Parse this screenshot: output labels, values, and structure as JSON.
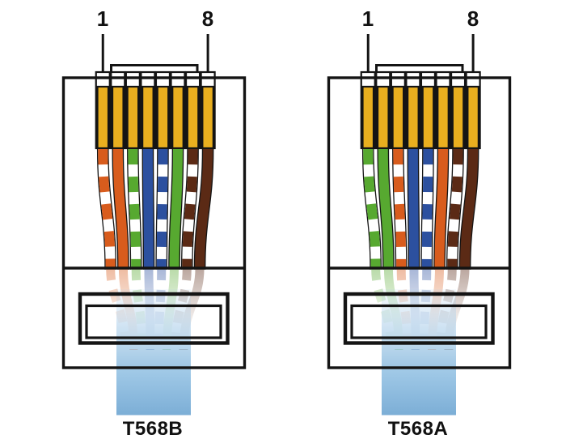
{
  "figure": {
    "type": "rj45-pinout-comparison",
    "background": "#ffffff"
  },
  "palette": {
    "orange": "#D85C1D",
    "green": "#57A930",
    "blue": "#2C509F",
    "brown": "#5B2A15",
    "white": "#FFFFFF",
    "pin_gold": "#E9AF1F",
    "outline": "#141414",
    "cable_light": "#A7CDE9",
    "cable_deep": "#7CAED6",
    "label_color": "#111111"
  },
  "connectors": [
    {
      "id": "t568b",
      "standard_label": "T568B",
      "pin_first_label": "1",
      "pin_last_label": "8",
      "wires": [
        {
          "pin": 1,
          "name": "white-orange",
          "style": "striped",
          "color": "orange"
        },
        {
          "pin": 2,
          "name": "orange",
          "style": "solid",
          "color": "orange"
        },
        {
          "pin": 3,
          "name": "white-green",
          "style": "striped",
          "color": "green"
        },
        {
          "pin": 4,
          "name": "blue",
          "style": "solid",
          "color": "blue"
        },
        {
          "pin": 5,
          "name": "white-blue",
          "style": "striped",
          "color": "blue"
        },
        {
          "pin": 6,
          "name": "green",
          "style": "solid",
          "color": "green"
        },
        {
          "pin": 7,
          "name": "white-brown",
          "style": "striped",
          "color": "brown"
        },
        {
          "pin": 8,
          "name": "brown",
          "style": "solid",
          "color": "brown"
        }
      ]
    },
    {
      "id": "t568a",
      "standard_label": "T568A",
      "pin_first_label": "1",
      "pin_last_label": "8",
      "wires": [
        {
          "pin": 1,
          "name": "white-green",
          "style": "striped",
          "color": "green"
        },
        {
          "pin": 2,
          "name": "green",
          "style": "solid",
          "color": "green"
        },
        {
          "pin": 3,
          "name": "white-orange",
          "style": "striped",
          "color": "orange"
        },
        {
          "pin": 4,
          "name": "blue",
          "style": "solid",
          "color": "blue"
        },
        {
          "pin": 5,
          "name": "white-blue",
          "style": "striped",
          "color": "blue"
        },
        {
          "pin": 6,
          "name": "orange",
          "style": "solid",
          "color": "orange"
        },
        {
          "pin": 7,
          "name": "white-brown",
          "style": "striped",
          "color": "brown"
        },
        {
          "pin": 8,
          "name": "brown",
          "style": "solid",
          "color": "brown"
        }
      ]
    }
  ]
}
